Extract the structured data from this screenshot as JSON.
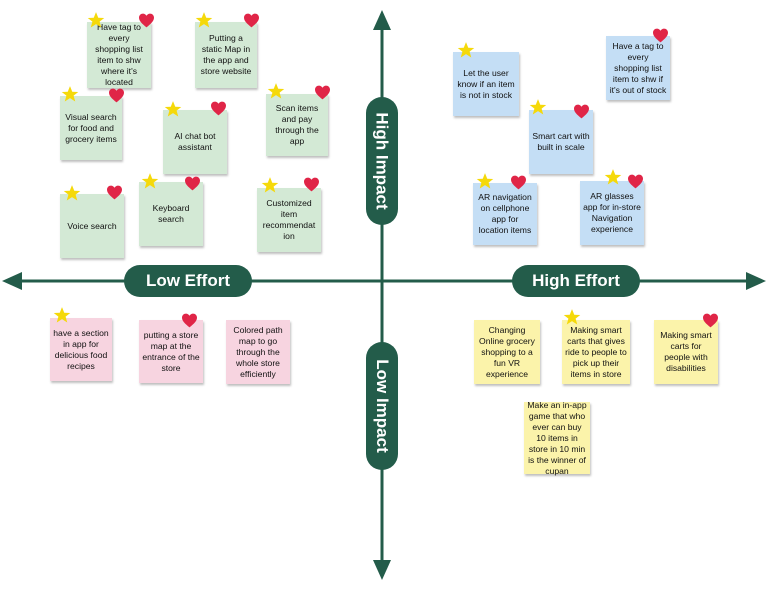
{
  "axes": {
    "high_impact": "High Impact",
    "low_impact": "Low Impact",
    "low_effort": "Low Effort",
    "high_effort": "High Effort"
  },
  "colors": {
    "axis": "#235c4a",
    "green_note": "#d3e9d5",
    "blue_note": "#c4def5",
    "pink_note": "#f7d4e0",
    "yellow_note": "#fbf3aa",
    "star": "#f5d90a",
    "heart": "#e02547"
  },
  "notes": [
    {
      "id": "g1",
      "text": "Have tag to every shopping list item to shw where it's located"
    },
    {
      "id": "g2",
      "text": "Putting a static Map in the app and store website"
    },
    {
      "id": "g3",
      "text": "Visual search for food and grocery items"
    },
    {
      "id": "g4",
      "text": "AI chat bot assistant"
    },
    {
      "id": "g5",
      "text": "Scan items and pay through the app"
    },
    {
      "id": "g6",
      "text": "Voice search"
    },
    {
      "id": "g7",
      "text": "Keyboard search"
    },
    {
      "id": "g8",
      "text": "Customized item recommendat ion"
    },
    {
      "id": "b1",
      "text": "Let the user know if an item is not in stock"
    },
    {
      "id": "b2",
      "text": "Have a tag to every shopping list item to shw if it's out of stock"
    },
    {
      "id": "b3",
      "text": "Smart cart with built in scale"
    },
    {
      "id": "b4",
      "text": "AR navigation on cellphone app for location items"
    },
    {
      "id": "b5",
      "text": "AR glasses app for in-store Navigation experience"
    },
    {
      "id": "p1",
      "text": "have a section in app for delicious food recipes"
    },
    {
      "id": "p2",
      "text": "putting a store map at the entrance of the store"
    },
    {
      "id": "p3",
      "text": "Colored path map to go through the whole store efficiently"
    },
    {
      "id": "y1",
      "text": "Changing Online grocery shopping to a fun VR experience"
    },
    {
      "id": "y2",
      "text": "Making smart carts that gives ride to people to pick up their items in store"
    },
    {
      "id": "y3",
      "text": "Making smart carts for people with disabilities"
    },
    {
      "id": "y4",
      "text": "Make an in-app game that who ever can buy 10 items in store in 10 min is the winner of cupan"
    }
  ]
}
